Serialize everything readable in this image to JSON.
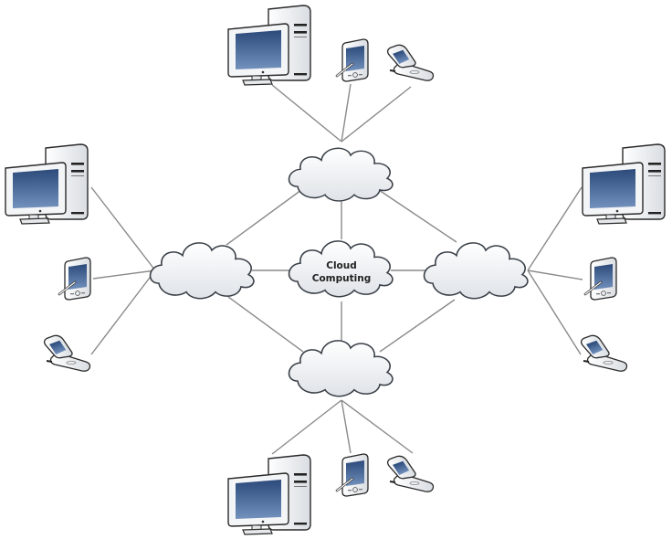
{
  "diagram": {
    "type": "network",
    "center_cloud": {
      "id": "center",
      "label_lines": [
        "Cloud",
        "Computing"
      ]
    },
    "clouds": [
      {
        "id": "top",
        "label": ""
      },
      {
        "id": "left",
        "label": ""
      },
      {
        "id": "right",
        "label": ""
      },
      {
        "id": "bottom",
        "label": ""
      }
    ],
    "cloud_links": [
      [
        "center",
        "top"
      ],
      [
        "center",
        "left"
      ],
      [
        "center",
        "right"
      ],
      [
        "center",
        "bottom"
      ],
      [
        "top",
        "left"
      ],
      [
        "top",
        "right"
      ],
      [
        "bottom",
        "left"
      ],
      [
        "bottom",
        "right"
      ]
    ],
    "device_groups": [
      {
        "cloud": "top",
        "devices": [
          "desktop-computer",
          "pda",
          "flip-phone"
        ]
      },
      {
        "cloud": "left",
        "devices": [
          "desktop-computer",
          "pda",
          "flip-phone"
        ]
      },
      {
        "cloud": "right",
        "devices": [
          "desktop-computer",
          "pda",
          "flip-phone"
        ]
      },
      {
        "cloud": "bottom",
        "devices": [
          "desktop-computer",
          "pda",
          "flip-phone"
        ]
      }
    ],
    "colors": {
      "cloud_fill_top": "#ffffff",
      "cloud_fill_bottom": "#dfe3e8",
      "cloud_stroke": "#3a4048",
      "link": "#8a8a8a",
      "screen_top": "#2c4a7a",
      "screen_bottom": "#6f8cb8",
      "device_body": "#eef0f3",
      "device_outline": "#2a2a2a"
    }
  }
}
